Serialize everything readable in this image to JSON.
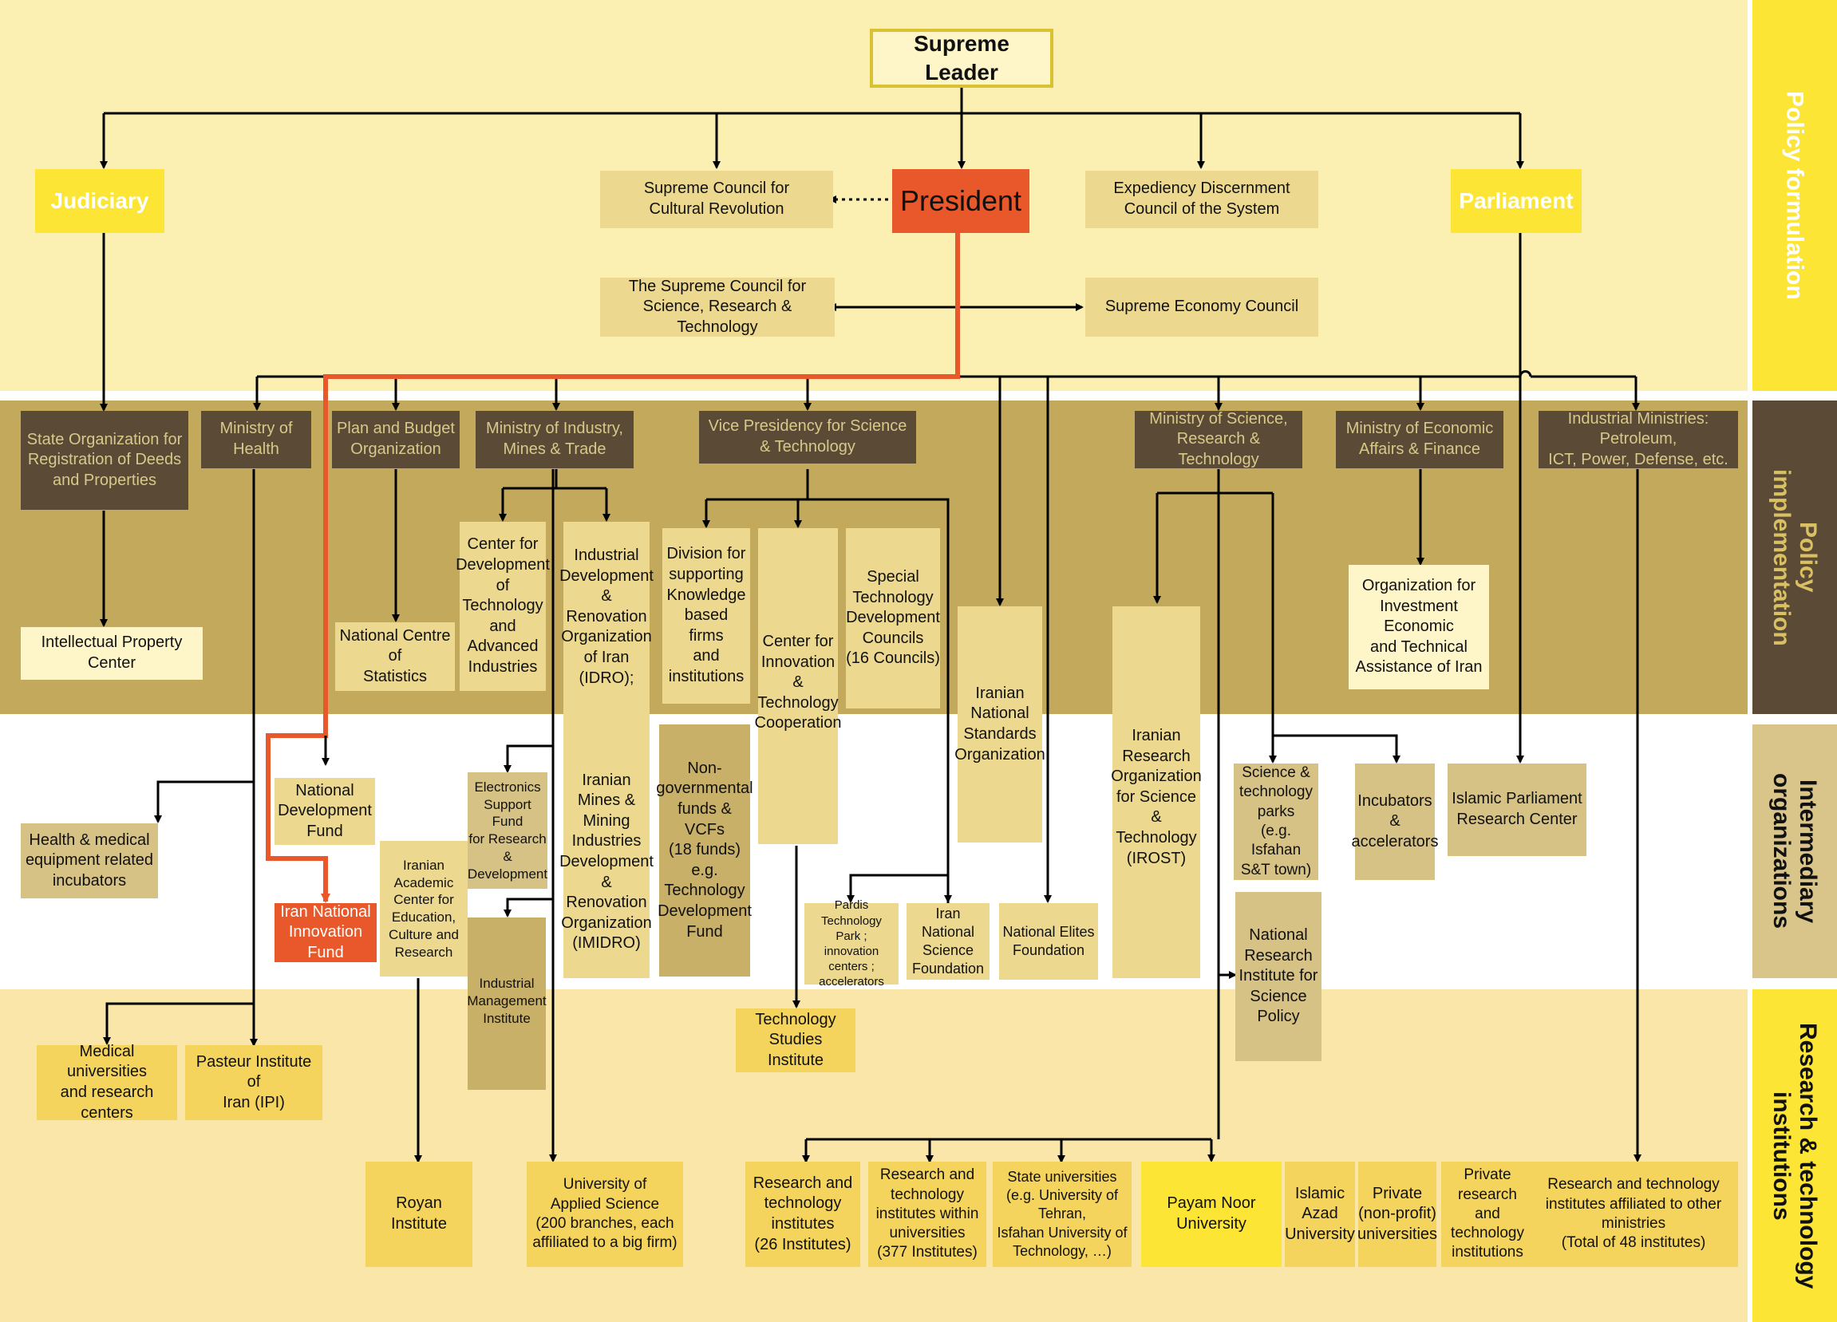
{
  "colors": {
    "policy_band": "#fbefb1",
    "impl_band": "#c2a95c",
    "inter_band": "#ffffff",
    "research_band": "#fae6a8",
    "side_yellow": "#fce534",
    "side_dark": "#5a4a36",
    "side_tan": "#d9c48a",
    "red_line": "#e8582a"
  },
  "side_labels": {
    "policy": "Policy formulation",
    "impl": "Policy\nimplementation",
    "inter": "Intermediary\norganizations",
    "research": "Research & technology\ninstitutions"
  },
  "nodes": {
    "supreme_leader": "Supreme Leader",
    "judiciary": "Judiciary",
    "scc_revolution": "Supreme Council for\nCultural Revolution",
    "president": "President",
    "expediency": "Expediency Discernment\nCouncil of the System",
    "parliament": "Parliament",
    "scsrt": "The Supreme Council for\nScience, Research & Technology",
    "economy_council": "Supreme Economy Council",
    "state_org_deeds": "State Organization for\nRegistration of Deeds\nand Properties",
    "ministry_health": "Ministry of\nHealth",
    "plan_budget": "Plan and Budget\nOrganization",
    "ministry_industry": "Ministry of Industry,\nMines & Trade",
    "vice_presidency": "Vice Presidency for Science\n& Technology",
    "ministry_science": "Ministry of Science,\nResearch & Technology",
    "ministry_economic": "Ministry of Economic\nAffairs & Finance",
    "industrial_ministries": "Industrial Ministries: Petroleum,\nICT, Power, Defense, etc.",
    "ip_center": "Intellectual Property Center",
    "stats_centre": "National Centre of\nStatistics",
    "cdtai": "Center for\nDevelopment\nof\nTechnology\nand\nAdvanced\nIndustries",
    "idro": "Industrial\nDevelopment\n& Renovation\nOrganization\nof Iran\n(IDRO);\n\n\n\n\nIranian\nMines &\nMining\nIndustries\nDevelopment\n& Renovation\nOrganization\n(IMIDRO)",
    "division_kbf": "Division for\nsupporting\nKnowledge\nbased firms\nand\ninstitutions",
    "citc": "Center for\nInnovation\n&\nTechnology\nCooperation",
    "stdc": "Special\nTechnology\nDevelopment\nCouncils\n(16 Councils)",
    "standards": "Iranian\nNational\nStandards\nOrganization",
    "irost": "Iranian\nResearch\nOrganization\nfor Science &\nTechnology\n(IROST)",
    "oieta": "Organization for\nInvestment Economic\nand Technical\nAssistance of Iran",
    "health_incubators": "Health & medical\nequipment related\nincubators",
    "ndf": "National\nDevelopment\nFund",
    "inif": "Iran National\nInnovation Fund",
    "acecr": "Iranian\nAcademic\nCenter for\nEducation,\nCulture and\nResearch",
    "esfrd": "Electronics\nSupport Fund\nfor Research\n&\nDevelopment",
    "imi": "Industrial\nManagement\nInstitute",
    "ngo_funds": "Non-\ngovernmental\nfunds & VCFs\n(18 funds)\ne.g.\nTechnology\nDevelopment\nFund",
    "pardis": "Pardis Technology\nPark ; innovation\ncenters ;\naccelerators",
    "insf": "Iran National\nScience\nFoundation",
    "elites": "National Elites\nFoundation",
    "st_parks": "Science &\ntechnology\nparks\n(e.g. Isfahan\nS&T town)",
    "incubators": "Incubators\n&\naccelerators",
    "islamic_parliament_rc": "Islamic Parliament\nResearch Center",
    "nrisp": "National\nResearch\nInstitute for\nScience\nPolicy",
    "tsi": "Technology\nStudies Institute",
    "medical_univ": "Medical universities\nand research centers",
    "pasteur": "Pasteur Institute of\nIran (IPI)",
    "royan": "Royan Institute",
    "uas": "University of\nApplied Science\n(200 branches, each\naffiliated to a big firm)",
    "rti_26": "Research and\ntechnology\ninstitutes\n(26 Institutes)",
    "rti_377": "Research and\ntechnology\ninstitutes within\nuniversities\n(377 Institutes)",
    "state_univ": "State universities\n(e.g. University of Tehran,\nIsfahan University of\nTechnology, …)",
    "payam_noor": "Payam Noor\nUniversity",
    "azad": "Islamic\nAzad\nUniversity",
    "private_univ": "Private\n(non-profit)\nuniversities",
    "private_rti": "Private\nresearch and\ntechnology\ninstitutions",
    "rti_48": "Research and technology\ninstitutes affiliated to other\nministries\n(Total of 48 institutes)"
  }
}
